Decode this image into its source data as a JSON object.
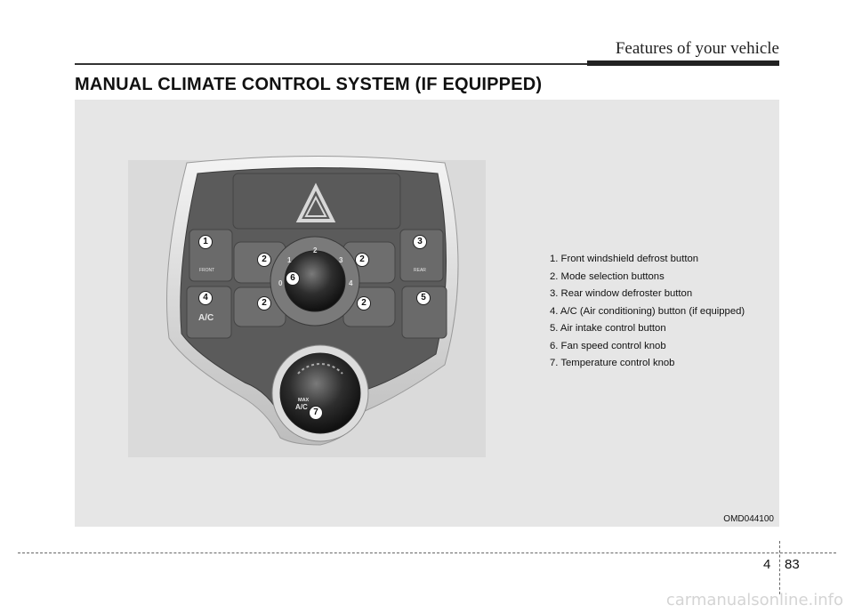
{
  "header": {
    "section_title": "Features of your vehicle"
  },
  "page": {
    "title": "MANUAL CLIMATE CONTROL SYSTEM (IF EQUIPPED)"
  },
  "figure": {
    "code": "OMD044100",
    "panel": {
      "defrost_front_label": "FRONT",
      "defrost_rear_label": "REAR",
      "ac_label": "A/C",
      "max_label": "MAX",
      "knob_ac_label": "A/C",
      "fan_scale": [
        "0",
        "1",
        "2",
        "3",
        "4"
      ],
      "callouts": [
        "1",
        "2",
        "2",
        "2",
        "2",
        "3",
        "4",
        "5",
        "6",
        "7"
      ]
    }
  },
  "legend": [
    "1. Front windshield defrost button",
    "2. Mode selection buttons",
    "3. Rear window defroster button",
    "4. A/C (Air conditioning) button (if equipped)",
    "5. Air intake control button",
    "6. Fan speed control knob",
    "7. Temperature control knob"
  ],
  "footer": {
    "chapter": "4",
    "page": "83",
    "watermark": "carmanualsonline.info"
  }
}
